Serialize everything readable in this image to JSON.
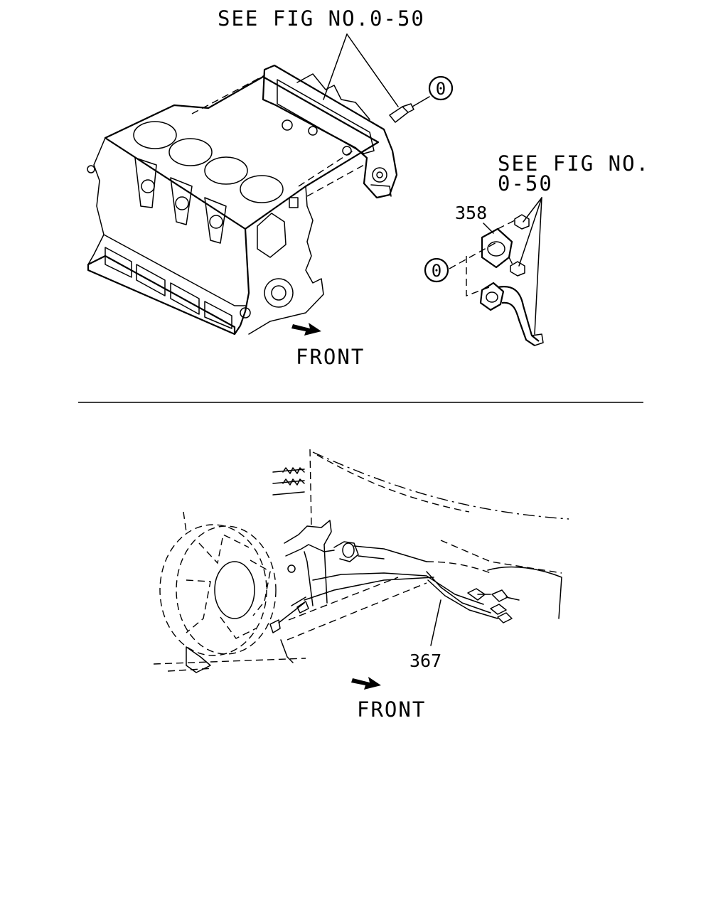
{
  "top_figure": {
    "ref_label_top": "SEE FIG NO.0-50",
    "ref_label_right_line1": "SEE FIG NO.",
    "ref_label_right_line2": "0-50",
    "part_number": "358",
    "circle_marker_a": "0",
    "circle_marker_b": "0",
    "direction_label": "FRONT"
  },
  "bottom_figure": {
    "part_number": "367",
    "direction_label": "FRONT"
  }
}
